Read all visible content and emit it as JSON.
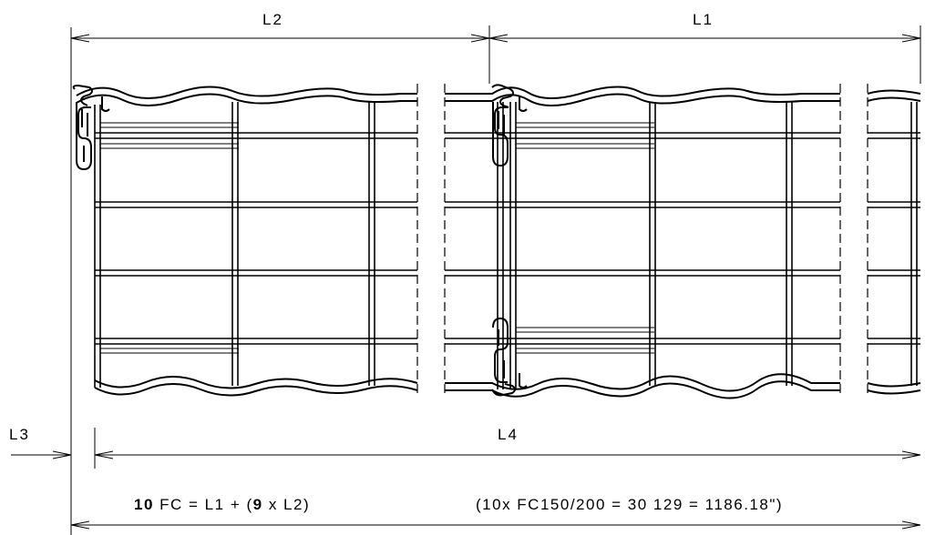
{
  "labels": {
    "l1": "L1",
    "l2": "L2",
    "l3": "L3",
    "l4": "L4"
  },
  "formula": {
    "count": "10",
    "text_a": " FC = L1 + (",
    "multiplier": "9",
    "text_b": " x L2)"
  },
  "total": "(10x FC150/200 = 30 129 = 1186.18\")",
  "colors": {
    "line": "#000000",
    "background": "#ffffff"
  }
}
